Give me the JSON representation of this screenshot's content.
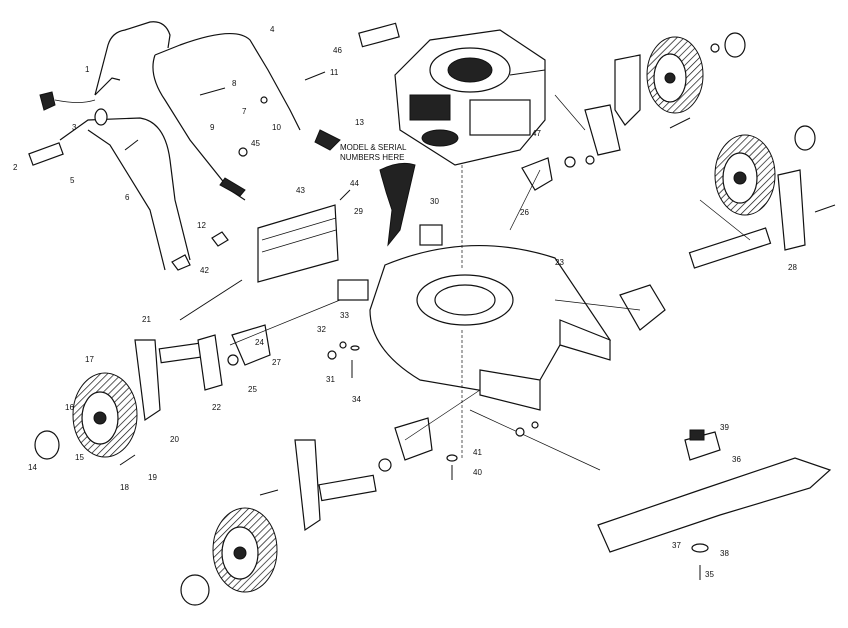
{
  "diagram": {
    "notes": {
      "model_serial": [
        "MODEL & SERIAL",
        "NUMBERS HERE"
      ]
    },
    "part_numbers": [
      "1",
      "2",
      "3",
      "4",
      "5",
      "6",
      "7",
      "8",
      "9",
      "10",
      "11",
      "12",
      "13",
      "14",
      "15",
      "16",
      "17",
      "18",
      "19",
      "20",
      "21",
      "22",
      "23",
      "24",
      "25",
      "26",
      "27",
      "28",
      "29",
      "30",
      "31",
      "32",
      "33",
      "34",
      "35",
      "36",
      "37",
      "38",
      "39",
      "40",
      "41",
      "42",
      "43",
      "44",
      "45",
      "46",
      "47"
    ],
    "parts": {
      "handle_upper": "1",
      "handle_grip": "2",
      "handle_clip": "3",
      "handle_bracket_upper": "4",
      "handle_lower": "5",
      "bolt_set": "6",
      "screw_a": "7",
      "knob": "8",
      "washer_a": "9",
      "washer_b": "10",
      "screw_b": "11",
      "clamp": "12",
      "cable_guide": "13",
      "hubcap": "14",
      "washer_wheel": "15",
      "spacer": "16",
      "wheel": "17",
      "nut": "18",
      "bolt_wheel": "19",
      "height_bracket": "20",
      "adjuster_lever": "21",
      "axle": "22",
      "deck": "23",
      "washer_axle": "24",
      "spring": "25",
      "height_plate": "26",
      "adjuster_plate": "27",
      "pivot": "28",
      "bracket_29": "29",
      "bracket_30": "30",
      "nut_31": "31",
      "washer_32": "32",
      "washer_33": "33",
      "bolt_34": "34",
      "bolt_35": "35",
      "blade": "36",
      "blade_washer": "37",
      "lock_washer": "38",
      "blade_adapter": "39",
      "screw_40": "40",
      "washer_41": "41",
      "rod": "42",
      "grass_deflector": "43",
      "bolt_44": "44",
      "spring_45": "45",
      "decal": "46",
      "engine": "47"
    }
  }
}
